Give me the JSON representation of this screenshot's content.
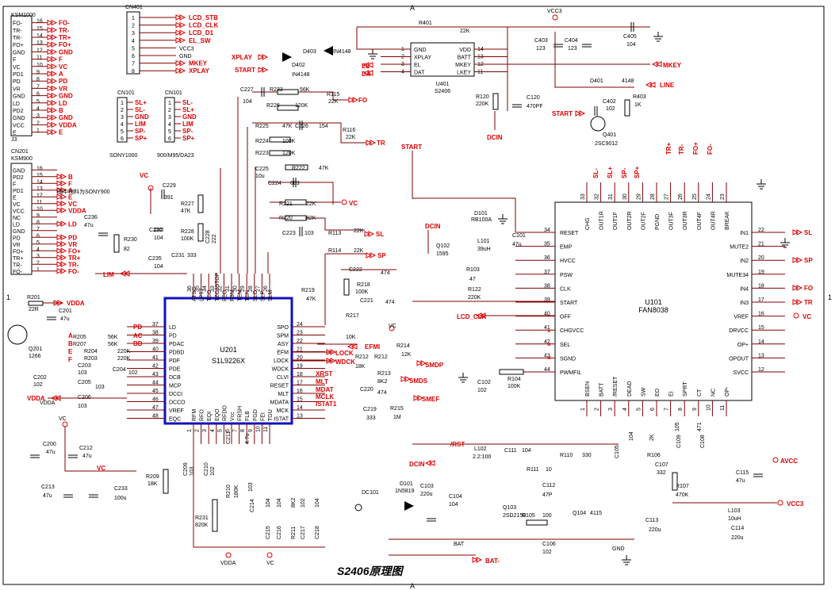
{
  "title": "S2406原理图",
  "frame": {
    "top_letter": "A",
    "bottom_letter": "A",
    "left_number": "1",
    "right_number": "1"
  },
  "chips": {
    "u201": {
      "ref": "U201",
      "part": "S1L9226X",
      "left_pins": [
        "LD",
        "PD",
        "PDAC",
        "PDBD",
        "PDF",
        "PDE",
        "DCB",
        "MCP",
        "DCCI",
        "DCCO",
        "VREF",
        "EQC"
      ],
      "left_nums": [
        "37",
        "38",
        "39",
        "40",
        "41",
        "42",
        "43",
        "44",
        "45",
        "46",
        "47",
        "48"
      ],
      "right_pins": [
        "SPO",
        "SPM",
        "ASY",
        "EFM",
        "LOCK",
        "WDCK",
        "CLVI",
        "RESET",
        "MLT",
        "MDATA",
        "MCK",
        "ISTAT"
      ],
      "right_nums": [
        "24",
        "23",
        "22",
        "21",
        "20",
        "19",
        "18",
        "17",
        "16",
        "15",
        "14",
        "13"
      ],
      "top_pins": [
        "ATSC",
        "LPTT",
        "TEO",
        "TZC/ISTOP",
        "FEO",
        "FBM",
        "TEM",
        "TEN",
        "SLO",
        "SLP",
        "SLM"
      ],
      "top_nums": [
        "36",
        "35",
        "34",
        "33",
        "32",
        "31",
        "30",
        "29",
        "28",
        "27",
        "26",
        "25"
      ],
      "bottom_pins": [
        "RFM",
        "RFO",
        "EQI",
        "EQO",
        "RFDO",
        "Vcc",
        "FRSH",
        "FLB",
        "FGD",
        "FEI",
        "TGU"
      ],
      "bottom_nums": [
        "1",
        "2",
        "3",
        "4",
        "5",
        "6",
        "7",
        "8",
        "9",
        "10",
        "11",
        "12"
      ]
    },
    "u101": {
      "ref": "U101",
      "part": "FAN8038",
      "left_pins": [
        "RESET",
        "EMP",
        "HVCC",
        "PSW",
        "CLK",
        "START",
        "OFF",
        "CHGVCC",
        "SEL",
        "SGND",
        "PWMFIL"
      ],
      "left_nums": [
        "34",
        "35",
        "36",
        "37",
        "38",
        "39",
        "40",
        "41",
        "42",
        "43",
        "44"
      ],
      "right_pins": [
        "IN1",
        "MUTE2",
        "IN2",
        "MUTE34",
        "IN4",
        "IN3",
        "VREF",
        "DRVCC",
        "OP+",
        "OPOUT",
        "SVCC"
      ],
      "right_nums": [
        "22",
        "21",
        "20",
        "19",
        "18",
        "17",
        "16",
        "15",
        "14",
        "13",
        "12"
      ],
      "top_pins": [
        "CHG",
        "OUT1R",
        "OUT1F",
        "OUT2R",
        "OUT2F",
        "PGND",
        "OUT3F",
        "OUT3R",
        "OUT4F",
        "OUT4R",
        "BREAK"
      ],
      "top_nums": [
        "33",
        "32",
        "31",
        "30",
        "29",
        "28",
        "27",
        "26",
        "25",
        "24",
        "23"
      ],
      "bottom_pins": [
        "BSEN",
        "BATT",
        "/RESET",
        "DEAD",
        "SW",
        "EO",
        "EI",
        "SPRT",
        "CT",
        "NC",
        "OP-"
      ],
      "bottom_nums": [
        "1",
        "2",
        "3",
        "4",
        "5",
        "6",
        "7",
        "8",
        "9",
        "10",
        "11"
      ]
    },
    "u401": {
      "ref": "U401",
      "part": "S2406",
      "left_pins": [
        "GND",
        "XPLAY",
        "EL",
        "DAT"
      ],
      "left_nums": [
        "1",
        "2",
        "3",
        "4"
      ],
      "right_pins": [
        "VDD",
        "BATT",
        "MKEY",
        "LKEY"
      ],
      "right_nums": [
        "14",
        "13",
        "12",
        "11"
      ]
    }
  },
  "connectors": {
    "j3": {
      "ref": "KSM1000",
      "sub": "J3",
      "pins": [
        "FO-",
        "TR-",
        "TR-",
        "FO+",
        "GND",
        "F",
        "VC",
        "PD1",
        "PD",
        "VR",
        "GND",
        "LD",
        "PD2",
        "GND",
        "VCC",
        "E"
      ],
      "nums": [
        "16",
        "15",
        "14",
        "13",
        "12",
        "11",
        "10",
        "9",
        "8",
        "7",
        "6",
        "5",
        "4",
        "3",
        "2",
        "1"
      ],
      "nets": [
        "FO-",
        "TR-",
        "TR+",
        "FO+",
        "GND",
        "F",
        "VC",
        "A",
        "PD",
        "VR",
        "GND",
        "LD",
        "B",
        "GND",
        "VDDA",
        "E"
      ]
    },
    "cn201": {
      "ref": "CN201",
      "sub": "KSM900",
      "pins": [
        "GND",
        "PD2",
        "F",
        "PD1",
        "E",
        "VC",
        "VCC",
        "NC",
        "LD",
        "GND",
        "PD",
        "VR",
        "FO+",
        "TR+",
        "TR-",
        "FO-"
      ],
      "nums": [
        "16",
        "15",
        "14",
        "13",
        "12",
        "11",
        "10",
        "9",
        "8",
        "7",
        "6",
        "5",
        "4",
        "3",
        "2",
        "1"
      ],
      "nets": [
        "",
        "B",
        "F",
        "A",
        "E",
        "VC",
        "VDDA",
        "",
        "LD",
        "",
        "PD",
        "VR",
        "FO+",
        "TR+",
        "TR-",
        "FO-"
      ],
      "note": "图中物料为SONY900"
    },
    "cn401": {
      "ref": "CN401",
      "nums": [
        "1",
        "2",
        "3",
        "4",
        "5",
        "6",
        "7",
        "8"
      ],
      "nets": [
        "LCD_STB",
        "LCD_CLK",
        "LCD_D1",
        "EL_SW",
        "VCC3",
        "GND",
        "MKEY",
        "XPLAY"
      ]
    },
    "cn101a": {
      "ref": "CN101",
      "sub": "SONY1000",
      "nums": [
        "1",
        "2",
        "3",
        "4",
        "5",
        "6"
      ],
      "nets": [
        "SL+",
        "SL-",
        "GND",
        "LIM",
        "SP-",
        "SP+"
      ]
    },
    "cn101b": {
      "ref": "CN101",
      "sub": "900/M95/DA23",
      "nums": [
        "1",
        "2",
        "3",
        "4",
        "5",
        "6"
      ],
      "nets": [
        "SL-",
        "SL+",
        "GND",
        "LIM",
        "SP-",
        "SP+"
      ]
    }
  },
  "labels": {
    "r233": "R233",
    "r233v": "56K",
    "c227": "C227",
    "c227v": "104",
    "r226": "R226",
    "r226v": "120K",
    "r115": "R115",
    "r115v": "22K",
    "fo": "FO",
    "r225": "R225",
    "r225v": "47K",
    "c226": "C226",
    "c226v": "154",
    "r116": "R116",
    "r116v": "22K",
    "r224": "R224",
    "r224v": "100K",
    "tr": "TR",
    "r223": "R223",
    "r223v": "120K",
    "c225": "C225",
    "c225v": "10u",
    "r222": "R222",
    "r222v": "47K",
    "c224": "C224",
    "c224v": "683",
    "r221": "R221",
    "r221v": "22K",
    "vc": "VC",
    "r220": "R220",
    "r220v": "82K",
    "c223": "C223",
    "c223v": "103",
    "r113": "R113",
    "r113v": "22K",
    "sl": "SL",
    "r114": "R114",
    "r114v": "22K",
    "sp": "SP",
    "c229": "C229",
    "c229v": "391",
    "r227": "R227",
    "r227v": "47K",
    "c230": "C230",
    "c230v": "104",
    "r228": "R228",
    "r228v": "100K",
    "c235": "C235",
    "c235v": "104",
    "c231": "C231",
    "c231v": "333",
    "c228": "C228",
    "c228v": "222",
    "c236": "C236",
    "c236v": "47u",
    "r230": "R230",
    "r230v": "82",
    "lim": "LIM",
    "r219": "R219",
    "r219v": "47K",
    "c222": "C222",
    "c222v": "474",
    "r218": "R218",
    "r218v": "100K",
    "c221": "C221",
    "c221v": "474",
    "r217": "R217",
    "r217v": "10K",
    "r214": "R214",
    "r214v": "12K",
    "efmi": "EFMI",
    "lock": "LOCK",
    "wdck": "WDCK",
    "r212": "R212",
    "r212v": "18K",
    "r213": "R213",
    "r213v": "8K2",
    "smdp": "SMDP",
    "smds": "SMDS",
    "xrst": "XRST",
    "mlt": "MLT",
    "mdat": "MDAT",
    "mclk": "MCLK",
    "istat1": "ISTAT1",
    "c220": "C220",
    "c220v": "474",
    "c219": "C219",
    "c219v": "333",
    "r215": "R215",
    "r215v": "1M",
    "smef": "SMEF",
    "r201": "R201",
    "r201v": "22R",
    "c201": "C201",
    "c201v": "47u",
    "vdda": "VDDA",
    "q201": "Q201",
    "q201v": "1266",
    "c202": "C202",
    "c202v": "102",
    "r205": "R205",
    "r205v": "56K",
    "r207": "R207",
    "r207v": "56K",
    "r204": "R204",
    "r204v": "220K",
    "r203": "R203",
    "r203v": "220K",
    "a": "A",
    "b": "B",
    "e": "E",
    "f": "F",
    "pd": "PD",
    "ac": "AC",
    "bd": "BD",
    "c203": "C203",
    "c203v": "103",
    "c204": "C204",
    "c204v": "102",
    "c205": "C205",
    "c205v": "103",
    "c206": "C206",
    "c206v": "103",
    "c200": "C200",
    "c200v": "47u",
    "c212": "C212",
    "c212v": "47u",
    "c213": "C213",
    "c213v": "47u",
    "c233": "C233",
    "c233v": "100u",
    "r209": "R209",
    "r209v": "18K",
    "c209": "C209",
    "c209v": "103",
    "c210": "C210",
    "c210v": "102",
    "c211": "C211",
    "c211v": "4.7u",
    "r210": "R210",
    "r210v": "180K",
    "c214": "C214",
    "c214v": "103",
    "r231": "R231",
    "r231v": "820K",
    "c215": "C215",
    "c215v": "104",
    "c216": "C216",
    "c216v": "104",
    "r211": "R211",
    "r211v": "8K2",
    "c217": "C217",
    "c217v": "102",
    "c218": "C218",
    "c218v": "104",
    "r401": "R401",
    "r401v": "22K",
    "vcc3": "VCC3",
    "c403": "C403",
    "c403v": "123",
    "c404": "C404",
    "c404v": "123",
    "c405": "C405",
    "c405v": "104",
    "mkey": "MKEY",
    "line": "LINE",
    "xplay": "XPLAY",
    "start": "START",
    "d403": "D403",
    "d403v": "IN4148",
    "d402": "D402",
    "d402v": "IN4148",
    "el": "EL",
    "da": "DA",
    "r120": "R120",
    "r120v": "220K",
    "c120": "C120",
    "c120v": "470PF",
    "dcin": "DCIN",
    "d401": "D401",
    "d401v": "4148",
    "c402": "C402",
    "c402v": "102",
    "r403": "R403",
    "r403v": "1K",
    "q401": "Q401",
    "q401v": "2SC9012",
    "d101": "D101",
    "d101v": "RB100A",
    "q102": "Q102",
    "q102v": "1595",
    "l101": "L101",
    "l101v": "39uH",
    "c101": "C101",
    "c101v": "47u",
    "r103": "R103",
    "r103v": "47",
    "r122": "R122",
    "r122v": "220K",
    "lcd_clk": "LCD_CLK",
    "c102": "C102",
    "c102v": "102",
    "r104": "R104",
    "r104v": "100K",
    "slp": "SL+",
    "slm": "SL-",
    "spm": "SP-",
    "spp": "SP+",
    "trp": "TR+",
    "trm": "TR-",
    "fop": "FO+",
    "fom": "FO-",
    "sp2": "SP",
    "fo2": "FO",
    "tr2": "TR",
    "vc2": "VC",
    "rst": "/RST",
    "l102": "L102",
    "l102v": "2.2:100",
    "c111": "C111",
    "c111v": "104",
    "r110": "R110",
    "r110v": "330",
    "r111": "R111",
    "r111v": "10",
    "c112": "C112",
    "c112v": "47P",
    "q104": "Q104",
    "q104v": "4115",
    "c105": "C105",
    "c105v": "104",
    "r106": "R106",
    "r106v": "2K",
    "c107": "C107",
    "c107v": "332",
    "c109": "C109",
    "c109v": "105",
    "c108": "C108",
    "c108v": "471",
    "r107": "R107",
    "r107v": "470K",
    "avcc": "AVCC",
    "c115": "C115",
    "c115v": "47u",
    "l103": "L103",
    "l103v": "10uH",
    "vcc3b": "VCC3",
    "c113": "C113",
    "c113v": "220u",
    "c114": "C114",
    "c114v": "220u",
    "dc101": "DC101",
    "d101b": "D101",
    "d101bv": "1N5819",
    "c103": "C103",
    "c103v": "220u",
    "c104": "C104",
    "c104v": "104",
    "bat": "BAT",
    "q103": "Q103",
    "q103v": "2SD2150",
    "r105": "R105",
    "r105v": "100",
    "c106": "C106",
    "c106v": "102",
    "gnd": "GND",
    "batm": "BAT-",
    "dcin2": "DCIN"
  }
}
